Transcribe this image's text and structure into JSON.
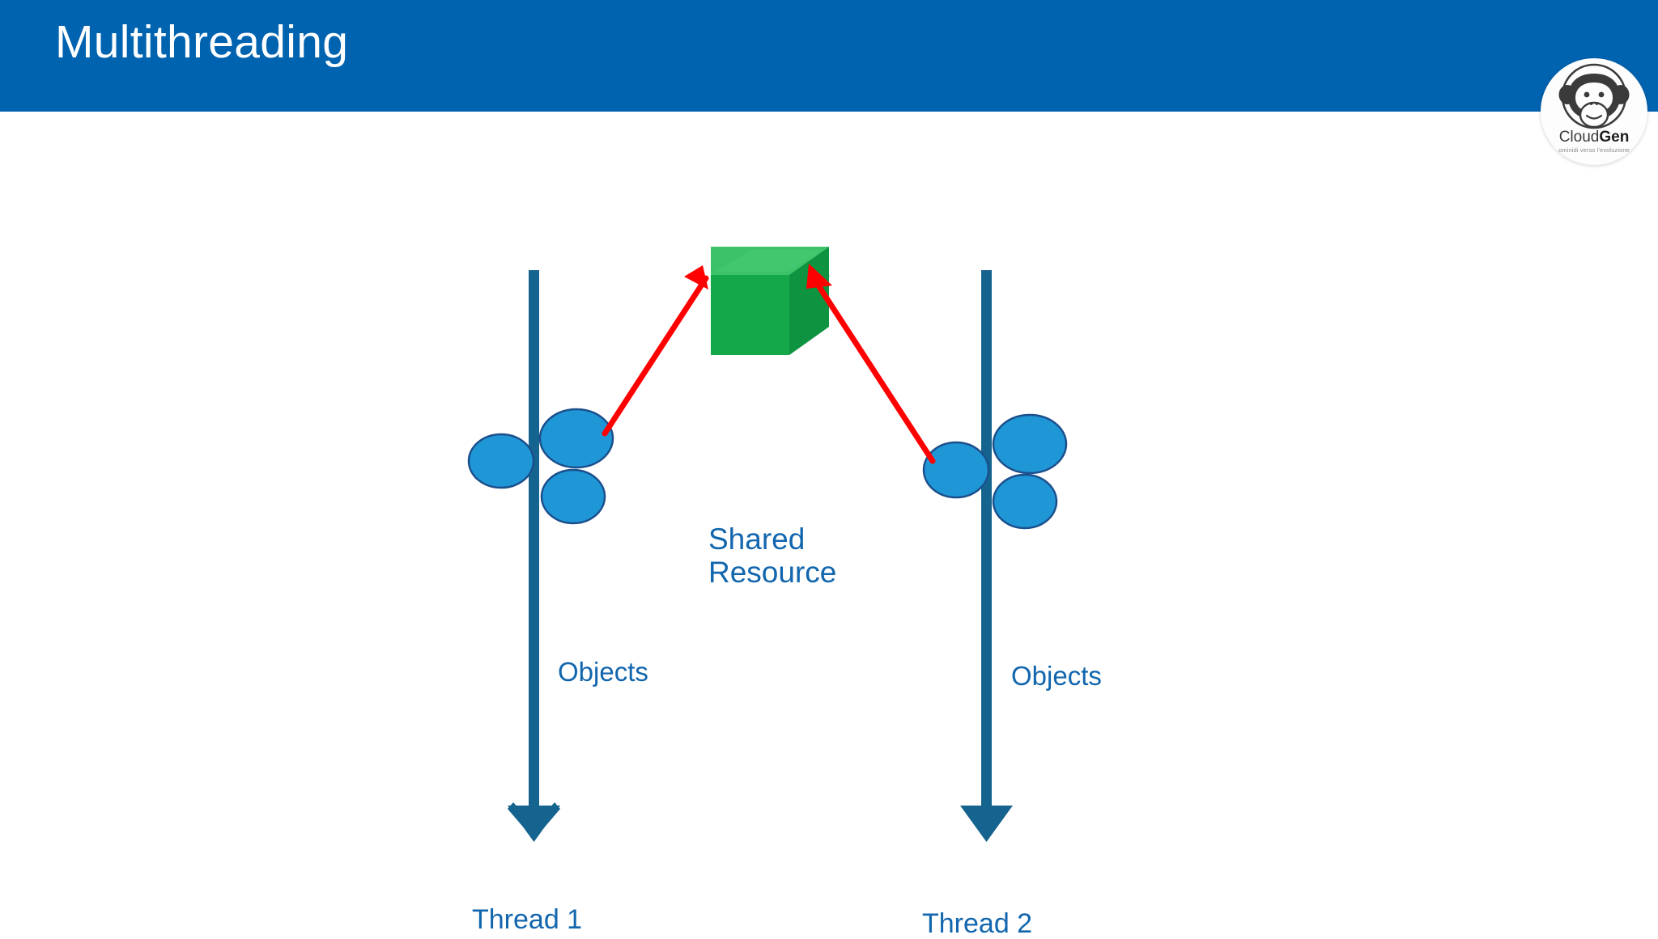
{
  "slide": {
    "title": "Multithreading",
    "header_color": "#0063B0",
    "background_color": "#FFFFFF"
  },
  "logo": {
    "name": "CloudGen",
    "word_part_1": "Cloud",
    "word_part_2": "Gen",
    "tagline": "ominidi verso l'evoluzione",
    "icon": "monkey-face-icon"
  },
  "diagram": {
    "type": "multithreading-shared-resource",
    "accent_blue": "#1166AE",
    "thread_line_color": "#15638F",
    "object_fill": "#1F97D6",
    "object_stroke": "#1B4F8C",
    "arrow_color": "#FF0000",
    "cube_front_color": "#14A84B",
    "cube_top_color": "#3CC368",
    "cube_side_color": "#0E9440",
    "shared_resource_label_line_1": "Shared",
    "shared_resource_label_line_2": "Resource",
    "threads": [
      {
        "name": "Thread 1",
        "objects_label": "Objects",
        "object_count": 3
      },
      {
        "name": "Thread 2",
        "objects_label": "Objects",
        "object_count": 3
      }
    ]
  }
}
